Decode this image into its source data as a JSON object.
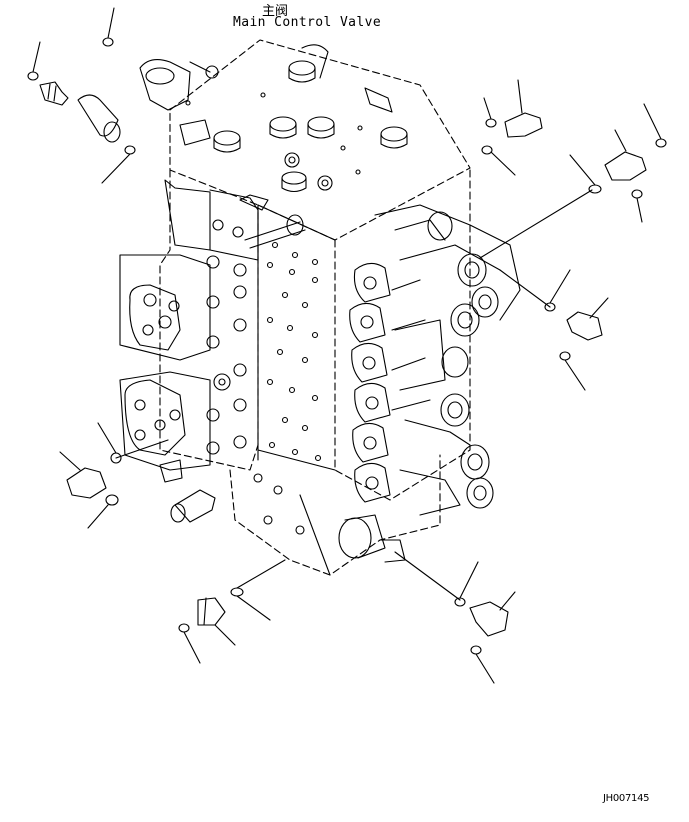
{
  "diagram": {
    "title_jp": "主阀",
    "title_en": "Main Control Valve",
    "drawing_number": "JH007145"
  },
  "colors": {
    "line": "#000000",
    "background": "#ffffff"
  }
}
